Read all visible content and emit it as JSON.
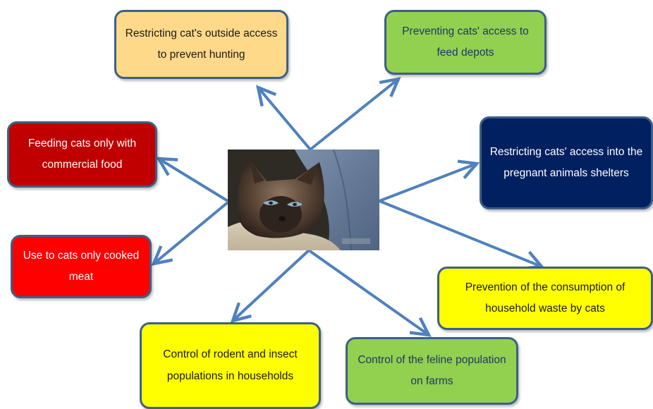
{
  "center": {
    "image": "siamese-cat-photo"
  },
  "boxes": [
    {
      "id": "outside",
      "text": "Restricting cat's outside access to prevent hunting",
      "fill": "#ffd98a",
      "color": "#1a1a1a"
    },
    {
      "id": "feed",
      "text": "Preventing cats' access to feed depots",
      "fill": "#92d050",
      "color": "#1f3864"
    },
    {
      "id": "commercial",
      "text": "Feeding cats only with commercial food",
      "fill": "#c00000",
      "color": "#ffffff"
    },
    {
      "id": "pregnant",
      "text": "Restricting cats' access into the pregnant animals shelters",
      "fill": "#002060",
      "color": "#ffffff"
    },
    {
      "id": "cooked",
      "text": "Use to cats only cooked meat",
      "fill": "#ff0000",
      "color": "#ffffff"
    },
    {
      "id": "waste",
      "text": "Prevention of the consumption of household waste by cats",
      "fill": "#ffff00",
      "color": "#1a1a1a"
    },
    {
      "id": "rodent",
      "text": "Control of rodent and insect populations in households",
      "fill": "#ffff00",
      "color": "#1a1a1a"
    },
    {
      "id": "feline",
      "text": "Control of the feline population on farms",
      "fill": "#92d050",
      "color": "#1f3864"
    }
  ],
  "style": {
    "arrow_color": "#4f81bd",
    "border_color": "#3d5f86"
  }
}
